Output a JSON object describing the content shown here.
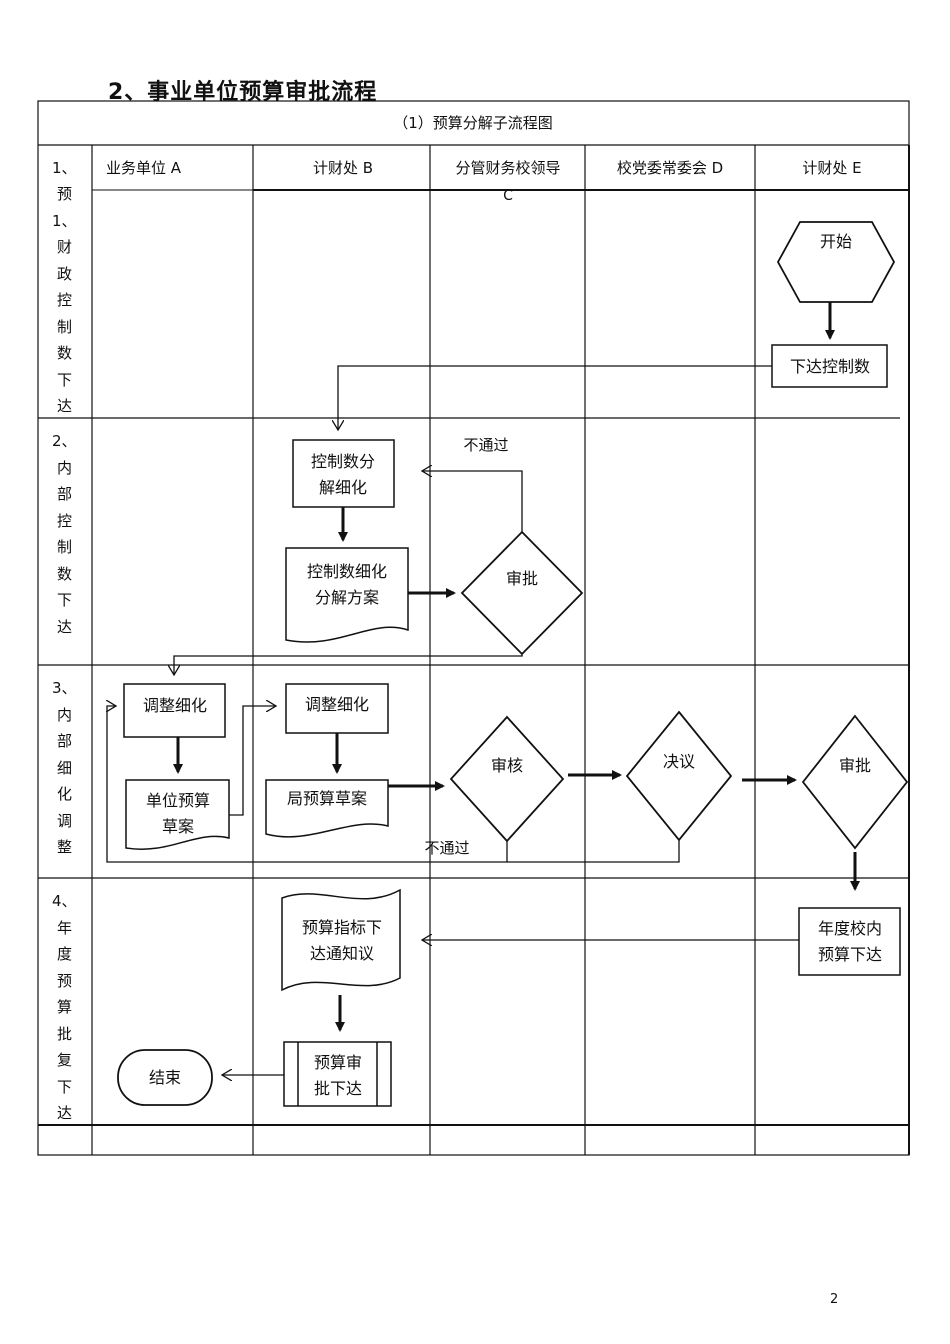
{
  "heading": "2、事业单位预算审批流程",
  "table_title": "（1）预算分解子流程图",
  "columns": [
    "业务单位 A",
    "计财处 B",
    "分管财务校领导",
    "校党委常委会 D",
    "计财处 E"
  ],
  "column_c_suffix": "C",
  "rows": [
    [
      "1、",
      "预",
      "1、",
      "财",
      "政",
      "控",
      "制",
      "数",
      "下",
      "达"
    ],
    [
      "2、",
      "内",
      "部",
      "控",
      "制",
      "数",
      "下",
      "达"
    ],
    [
      "3、",
      "内",
      "部",
      "细",
      "化",
      "调",
      "整"
    ],
    [
      "4、",
      "年",
      "度",
      "预",
      "算",
      "批",
      "复",
      "下",
      "达"
    ]
  ],
  "nodes": {
    "start": "开始",
    "issue_control": "下达控制数",
    "decompose_1": "控制数分",
    "decompose_2": "解细化",
    "plan_1": "控制数细化",
    "plan_2": "分解方案",
    "approve_b": "审批",
    "adjust_a": "调整细化",
    "unit_draft_1": "单位预算",
    "unit_draft_2": "草案",
    "adjust_b": "调整细化",
    "bureau_draft": "局预算草案",
    "review": "审核",
    "resolve": "决议",
    "approve_e": "审批",
    "notice_1": "预算指标下",
    "notice_2": "达通知议",
    "annual_1": "年度校内",
    "annual_2": "预算下达",
    "issue_final_1": "预算审",
    "issue_final_2": "批下达",
    "end": "结束"
  },
  "labels": {
    "reject_1": "不通过",
    "reject_2": "不通过"
  },
  "page_number": "2"
}
